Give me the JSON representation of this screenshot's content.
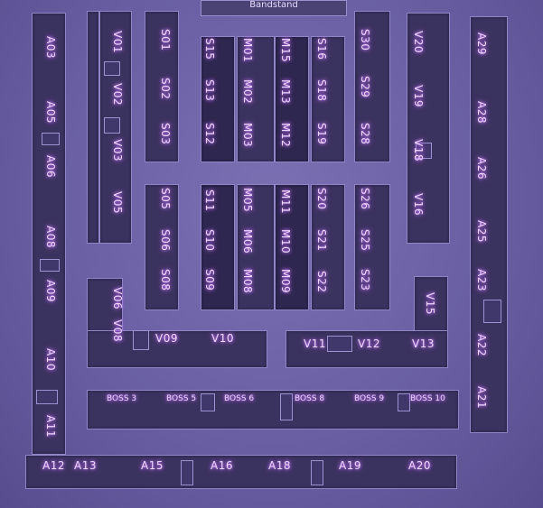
{
  "map": {
    "stage_label": "Bandstand",
    "booths": [
      {
        "id": "a03",
        "label": "A03",
        "orient": "vr"
      },
      {
        "id": "a05",
        "label": "A05",
        "orient": "vr"
      },
      {
        "id": "a06",
        "label": "A06",
        "orient": "vr"
      },
      {
        "id": "a08",
        "label": "A08",
        "orient": "vr"
      },
      {
        "id": "a09",
        "label": "A09",
        "orient": "vr"
      },
      {
        "id": "a10",
        "label": "A10",
        "orient": "vr"
      },
      {
        "id": "a11",
        "label": "A11",
        "orient": "vr"
      },
      {
        "id": "a12",
        "label": "A12",
        "orient": "h"
      },
      {
        "id": "a13",
        "label": "A13",
        "orient": "h"
      },
      {
        "id": "a15",
        "label": "A15",
        "orient": "h"
      },
      {
        "id": "a16",
        "label": "A16",
        "orient": "h"
      },
      {
        "id": "a18",
        "label": "A18",
        "orient": "h"
      },
      {
        "id": "a19",
        "label": "A19",
        "orient": "h"
      },
      {
        "id": "a20",
        "label": "A20",
        "orient": "h"
      },
      {
        "id": "a21",
        "label": "A21",
        "orient": "vr"
      },
      {
        "id": "a22",
        "label": "A22",
        "orient": "vr"
      },
      {
        "id": "a23",
        "label": "A23",
        "orient": "vr"
      },
      {
        "id": "a25",
        "label": "A25",
        "orient": "vr"
      },
      {
        "id": "a26",
        "label": "A26",
        "orient": "vr"
      },
      {
        "id": "a28",
        "label": "A28",
        "orient": "vr"
      },
      {
        "id": "a29",
        "label": "A29",
        "orient": "vr"
      },
      {
        "id": "v01",
        "label": "V01",
        "orient": "vr"
      },
      {
        "id": "v02",
        "label": "V02",
        "orient": "vr"
      },
      {
        "id": "v03",
        "label": "V03",
        "orient": "vr"
      },
      {
        "id": "v05",
        "label": "V05",
        "orient": "vr"
      },
      {
        "id": "v06",
        "label": "V06",
        "orient": "vr"
      },
      {
        "id": "v08",
        "label": "V08",
        "orient": "vr"
      },
      {
        "id": "v09",
        "label": "V09",
        "orient": "h"
      },
      {
        "id": "v10",
        "label": "V10",
        "orient": "h"
      },
      {
        "id": "v11",
        "label": "V11",
        "orient": "h"
      },
      {
        "id": "v12",
        "label": "V12",
        "orient": "h"
      },
      {
        "id": "v13",
        "label": "V13",
        "orient": "h"
      },
      {
        "id": "v15",
        "label": "V15",
        "orient": "vr"
      },
      {
        "id": "v16",
        "label": "V16",
        "orient": "vr"
      },
      {
        "id": "v18",
        "label": "V18",
        "orient": "vr"
      },
      {
        "id": "v19",
        "label": "V19",
        "orient": "vr"
      },
      {
        "id": "v20",
        "label": "V20",
        "orient": "vr"
      },
      {
        "id": "s01",
        "label": "S01",
        "orient": "vr"
      },
      {
        "id": "s02",
        "label": "S02",
        "orient": "vr"
      },
      {
        "id": "s03",
        "label": "S03",
        "orient": "vr"
      },
      {
        "id": "s05",
        "label": "S05",
        "orient": "vr"
      },
      {
        "id": "s06",
        "label": "S06",
        "orient": "vr"
      },
      {
        "id": "s08",
        "label": "S08",
        "orient": "vr"
      },
      {
        "id": "s09",
        "label": "S09",
        "orient": "vr"
      },
      {
        "id": "s10",
        "label": "S10",
        "orient": "vr"
      },
      {
        "id": "s11",
        "label": "S11",
        "orient": "vr"
      },
      {
        "id": "s12",
        "label": "S12",
        "orient": "vr"
      },
      {
        "id": "s13",
        "label": "S13",
        "orient": "vr"
      },
      {
        "id": "s15",
        "label": "S15",
        "orient": "vr"
      },
      {
        "id": "s16",
        "label": "S16",
        "orient": "vr"
      },
      {
        "id": "s18",
        "label": "S18",
        "orient": "vr"
      },
      {
        "id": "s19",
        "label": "S19",
        "orient": "vr"
      },
      {
        "id": "s20",
        "label": "S20",
        "orient": "vr"
      },
      {
        "id": "s21",
        "label": "S21",
        "orient": "vr"
      },
      {
        "id": "s22",
        "label": "S22",
        "orient": "vr"
      },
      {
        "id": "s23",
        "label": "S23",
        "orient": "vr"
      },
      {
        "id": "s25",
        "label": "S25",
        "orient": "vr"
      },
      {
        "id": "s26",
        "label": "S26",
        "orient": "vr"
      },
      {
        "id": "s28",
        "label": "S28",
        "orient": "vr"
      },
      {
        "id": "s29",
        "label": "S29",
        "orient": "vr"
      },
      {
        "id": "s30",
        "label": "S30",
        "orient": "vr"
      },
      {
        "id": "m01",
        "label": "M01",
        "orient": "vr"
      },
      {
        "id": "m02",
        "label": "M02",
        "orient": "vr"
      },
      {
        "id": "m03",
        "label": "M03",
        "orient": "vr"
      },
      {
        "id": "m05",
        "label": "M05",
        "orient": "vr"
      },
      {
        "id": "m06",
        "label": "M06",
        "orient": "vr"
      },
      {
        "id": "m08",
        "label": "M08",
        "orient": "vr"
      },
      {
        "id": "m09",
        "label": "M09",
        "orient": "vr"
      },
      {
        "id": "m10",
        "label": "M10",
        "orient": "vr"
      },
      {
        "id": "m11",
        "label": "M11",
        "orient": "vr"
      },
      {
        "id": "m12",
        "label": "M12",
        "orient": "vr"
      },
      {
        "id": "m13",
        "label": "M13",
        "orient": "vr"
      },
      {
        "id": "m15",
        "label": "M15",
        "orient": "vr"
      },
      {
        "id": "boss3",
        "label": "BOSS 3",
        "orient": "h"
      },
      {
        "id": "boss5",
        "label": "BOSS 5",
        "orient": "h"
      },
      {
        "id": "boss6",
        "label": "BOSS 6",
        "orient": "h"
      },
      {
        "id": "boss8",
        "label": "BOSS 8",
        "orient": "h"
      },
      {
        "id": "boss9",
        "label": "BOSS 9",
        "orient": "h"
      },
      {
        "id": "boss10",
        "label": "BOSS 10",
        "orient": "h"
      }
    ]
  }
}
